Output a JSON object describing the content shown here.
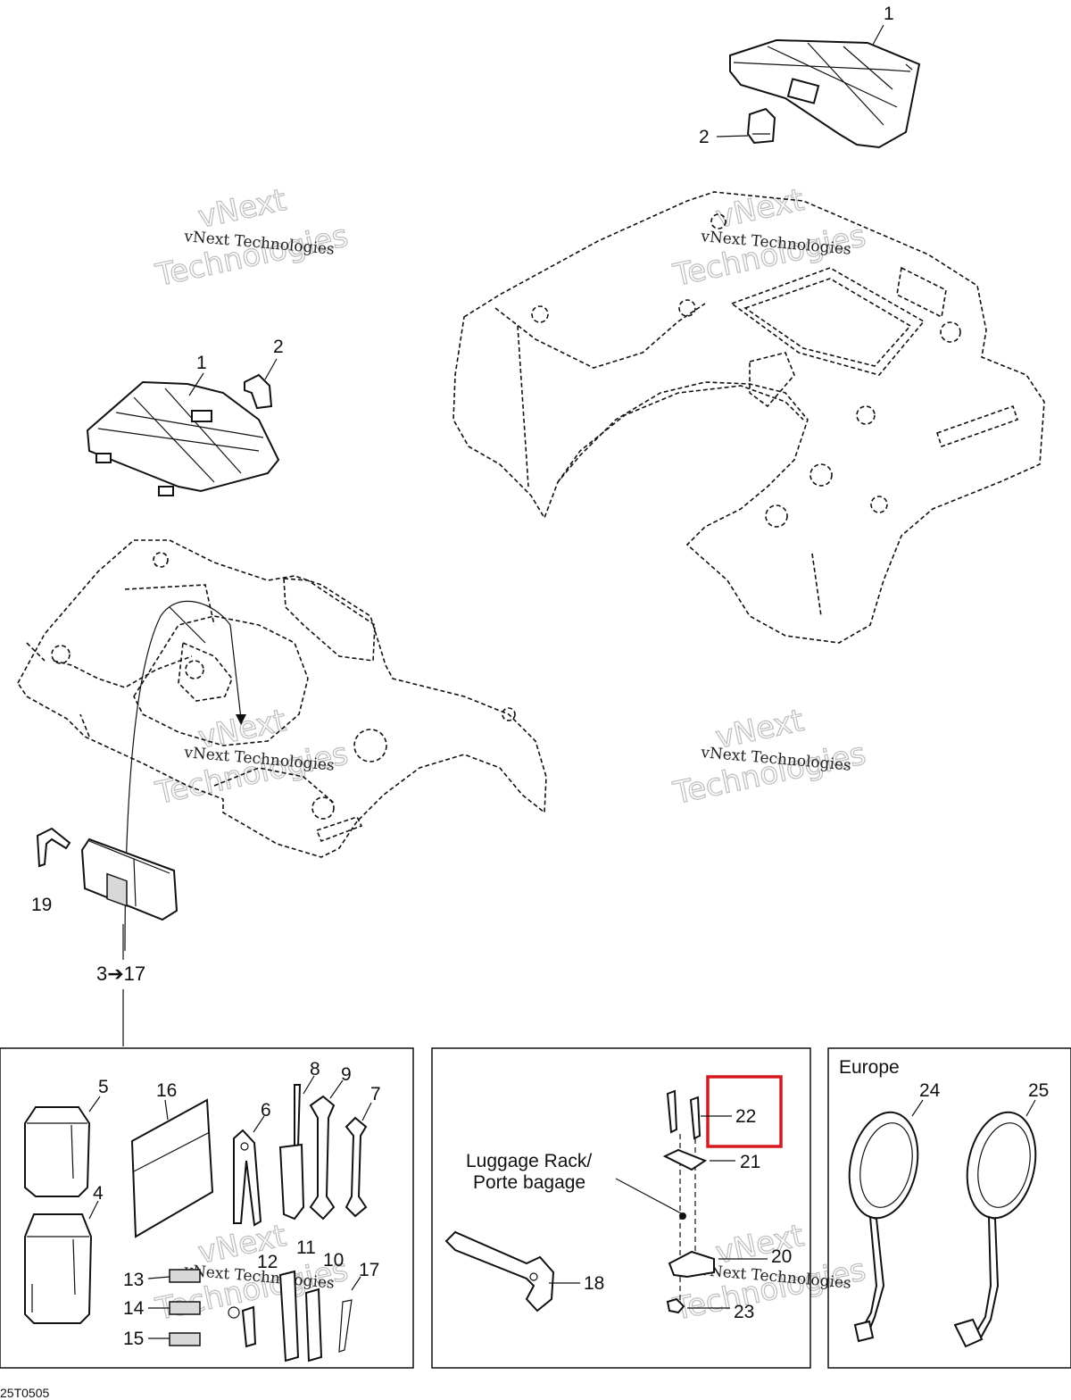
{
  "callouts": {
    "c1_top": "1",
    "c2_top": "2",
    "c1_left": "1",
    "c2_left": "2",
    "c19": "19",
    "c3_17": "3➔17",
    "c5": "5",
    "c4": "4",
    "c16": "16",
    "c6": "6",
    "c8": "8",
    "c9": "9",
    "c7": "7",
    "c11": "11",
    "c12": "12",
    "c10": "10",
    "c17": "17",
    "c13": "13",
    "c14": "14",
    "c15": "15",
    "c22": "22",
    "c21": "21",
    "c20": "20",
    "c18": "18",
    "c23": "23",
    "c24": "24",
    "c25": "25"
  },
  "labels": {
    "luggage_rack_line1": "Luggage Rack/",
    "luggage_rack_line2": "Porte bagage",
    "europe": "Europe",
    "drawing_code": "25T0505"
  },
  "watermarks": {
    "brand_small": "vNext Technologies",
    "brand_line1": "vNext",
    "brand_line2": "Technologies"
  },
  "highlight": {
    "color": "#d6191f",
    "highlighted_part": "22"
  }
}
